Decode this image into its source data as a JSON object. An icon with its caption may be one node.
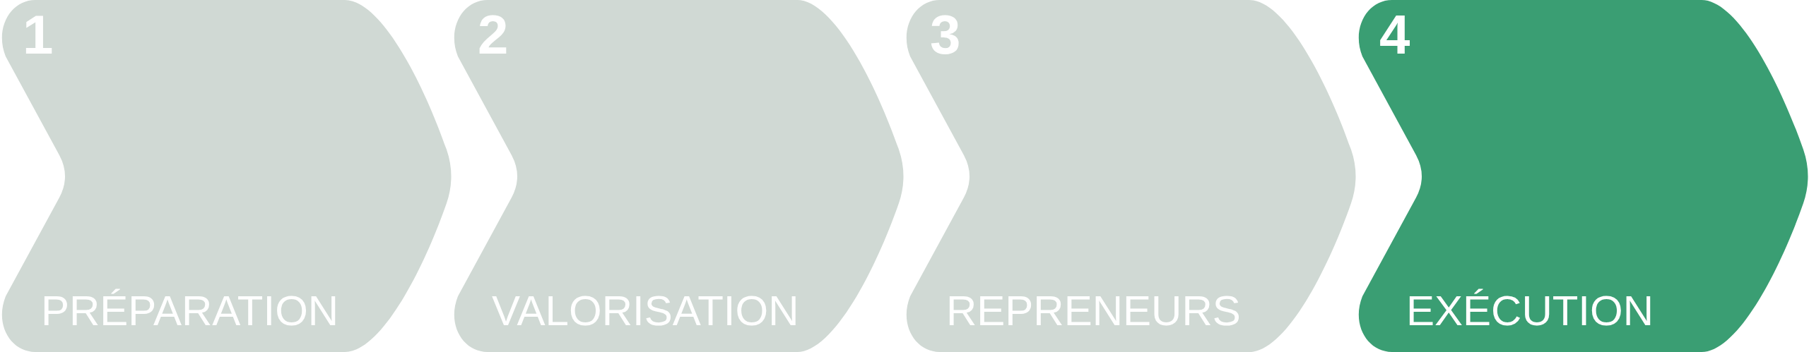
{
  "diagram": {
    "nodes": [
      {
        "text": [
          "1",
          "PRÉPARATION"
        ]
      },
      {
        "text": [
          "2",
          "VALORISATION"
        ]
      },
      {
        "text": [
          "3",
          "REPRENEURS"
        ]
      },
      {
        "text": [
          "4",
          "EXÉCUTION"
        ]
      }
    ]
  }
}
